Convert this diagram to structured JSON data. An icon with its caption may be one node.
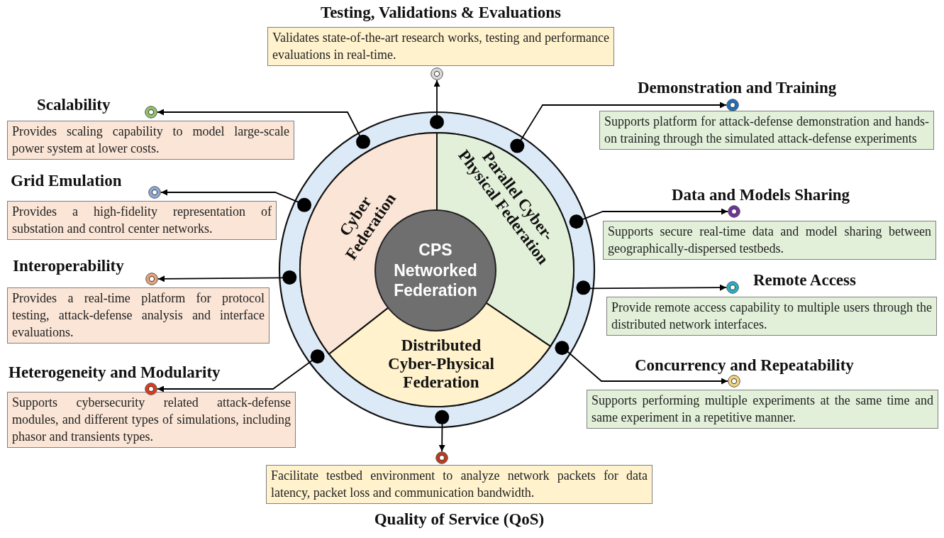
{
  "diagram": {
    "nodes": [
      {
        "text": [],
        "shape": "circle"
      },
      {
        "text": [
          "Cyber Federation"
        ],
        "in": 0
      },
      {
        "text": [
          "Parallel Cyber-Physical Federation"
        ],
        "in": 0
      },
      {
        "text": [
          "Distributed Cyber-Physical Federation"
        ],
        "in": 0
      },
      {
        "text": [
          "CPS Networked Federation"
        ],
        "in": 0
      },
      {
        "text": [
          "Testing, Validations & Evaluations",
          "Validates state-of-the-art research works, testing and performance evaluations in real-time."
        ]
      },
      {
        "text": [],
        "shape": "circle"
      },
      {
        "text": [
          "Scalability",
          "Provides scaling capability to model large-scale power system at lower costs."
        ]
      },
      {
        "text": [],
        "shape": "circle",
        "in": 7
      },
      {
        "text": [
          "Demonstration and Training",
          "Supports platform for attack-defense demonstration and hands-on training through the simulated attack-defense experiments"
        ]
      },
      {
        "text": [],
        "shape": "circle",
        "in": 9
      },
      {
        "text": [
          "Grid Emulation",
          "Provides a high-fidelity representation of substation and control center networks."
        ]
      },
      {
        "text": [],
        "shape": "circle",
        "in": 11
      },
      {
        "text": [
          "Data and Models Sharing",
          "Supports secure real-time data and model sharing between geographically-dispersed testbeds."
        ]
      },
      {
        "text": [],
        "shape": "circle",
        "in": 13
      },
      {
        "text": [
          "Interoperability",
          "Provides a real-time platform for protocol testing, attack-defense analysis and interface evaluations."
        ]
      },
      {
        "text": [],
        "shape": "circle",
        "in": 15
      },
      {
        "text": [
          "Remote Access",
          "Provide remote access capability to multiple users through the distributed network interfaces."
        ]
      },
      {
        "text": [],
        "shape": "circle",
        "in": 17
      },
      {
        "text": [
          "Heterogeneity and Modularity",
          "Supports cybersecurity related attack-defense modules, and different types of simulations, including phasor and transients types."
        ]
      },
      {
        "text": [],
        "shape": "circle",
        "in": 19
      },
      {
        "text": [
          "Concurrency and Repeatability",
          "Supports performing multiple experiments at the same time and same experiment in a repetitive manner."
        ]
      },
      {
        "text": [],
        "shape": "circle",
        "in": 21
      },
      {
        "text": [
          "Facilitate testbed environment to analyze network packets for data latency, packet loss and communication bandwidth.",
          "Quality of Service (QoS)"
        ]
      },
      {
        "text": [],
        "shape": "circle"
      }
    ],
    "edges": [
      {
        "from": 0,
        "to": 6,
        "arrow": "to"
      },
      {
        "from": 0,
        "to": 8,
        "arrow": "to"
      },
      {
        "from": 0,
        "to": 10,
        "arrow": "to"
      },
      {
        "from": 0,
        "to": 12,
        "arrow": "to"
      },
      {
        "from": 0,
        "to": 14,
        "arrow": "to"
      },
      {
        "from": 0,
        "to": 16,
        "arrow": "to"
      },
      {
        "from": 0,
        "to": 18,
        "arrow": "to"
      },
      {
        "from": 0,
        "to": 20,
        "arrow": "to"
      },
      {
        "from": 0,
        "to": 22,
        "arrow": "to"
      },
      {
        "from": 0,
        "to": 24,
        "arrow": "to"
      }
    ]
  }
}
